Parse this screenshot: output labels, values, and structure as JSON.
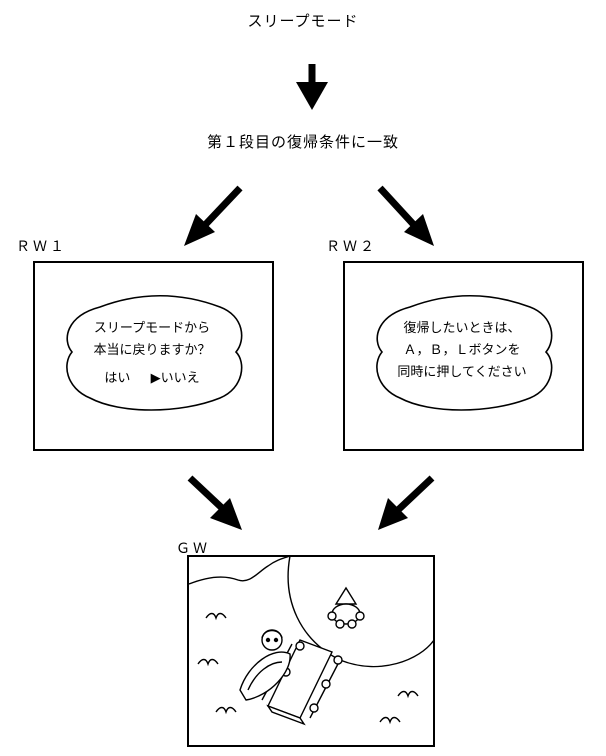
{
  "title": "スリープモード",
  "condition": "第１段目の復帰条件に一致",
  "windows": {
    "rw1": {
      "label": "ＲＷ１",
      "line1": "スリープモードから",
      "line2": "本当に戻りますか？",
      "option_yes": "はい",
      "option_no": "いいえ"
    },
    "rw2": {
      "label": "ＲＷ２",
      "line1": "復帰したいときは、",
      "line2": "Ａ，Ｂ，Ｌボタンを",
      "line3": "同時に押してください"
    },
    "gw": {
      "label": "ＧＷ"
    }
  }
}
